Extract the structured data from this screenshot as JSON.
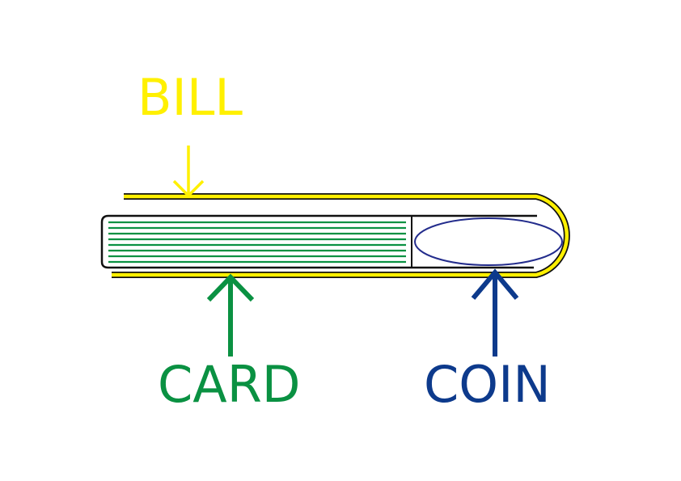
{
  "labels": {
    "bill": "BILL",
    "card": "CARD",
    "coin": "COIN"
  },
  "colors": {
    "bill": "#FFF000",
    "card": "#0A9142",
    "coin": "#0D3A8C",
    "outline": "#111111",
    "coin_outline": "#232C8C"
  }
}
